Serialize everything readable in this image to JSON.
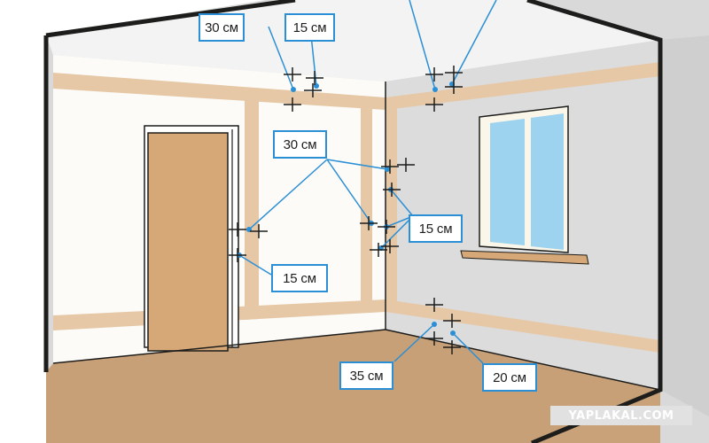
{
  "labels": {
    "ceiling_left": "30 см",
    "ceiling_right": "15 см",
    "wall_mid_30": "30 см",
    "wall_right_15": "15 см",
    "door_15": "15 см",
    "floor_35": "35 см",
    "floor_20": "20 см"
  },
  "watermark": "YAPLAKAL.COM",
  "colors": {
    "outline": "#1d1d1b",
    "outer_shell": "#d9d9d9",
    "left_wall": "#fcfbf8",
    "right_wall": "#dcdcdc",
    "ceiling": "#f3f3f3",
    "floor": "#c9a27a",
    "cable_strip": "#e6c8a6",
    "door": "#d6a878",
    "window_frame": "#fbf6ea",
    "glass": "#9dd3ee",
    "leader_line": "#2b8fd6"
  }
}
